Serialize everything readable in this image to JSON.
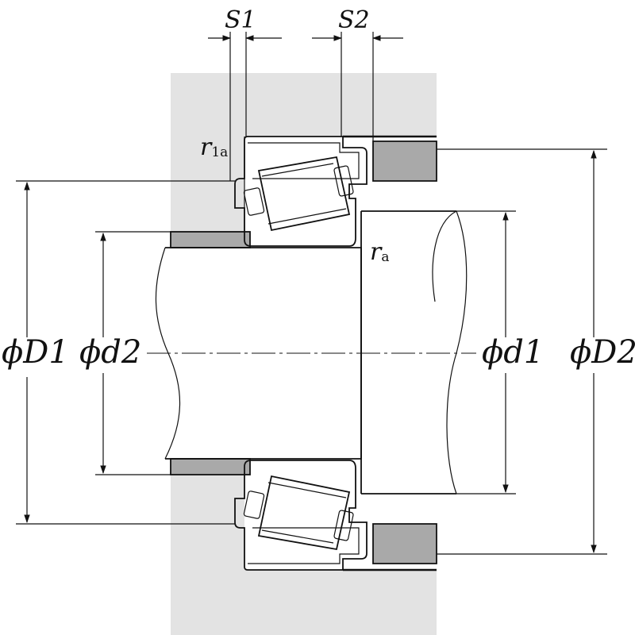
{
  "labels": {
    "s1": "S1",
    "s2": "S2",
    "r1a_main": "r",
    "r1a_sub": "1a",
    "ra_main": "r",
    "ra_sub": "a",
    "phi_D1": "ϕD1",
    "phi_d2": "ϕd2",
    "phi_d1": "ϕd1",
    "phi_D2": "ϕD2"
  },
  "colors": {
    "housing_fill": "#e3e3e3",
    "spacer_fill": "#a9a9a9",
    "line": "#111111",
    "background": "#ffffff"
  }
}
